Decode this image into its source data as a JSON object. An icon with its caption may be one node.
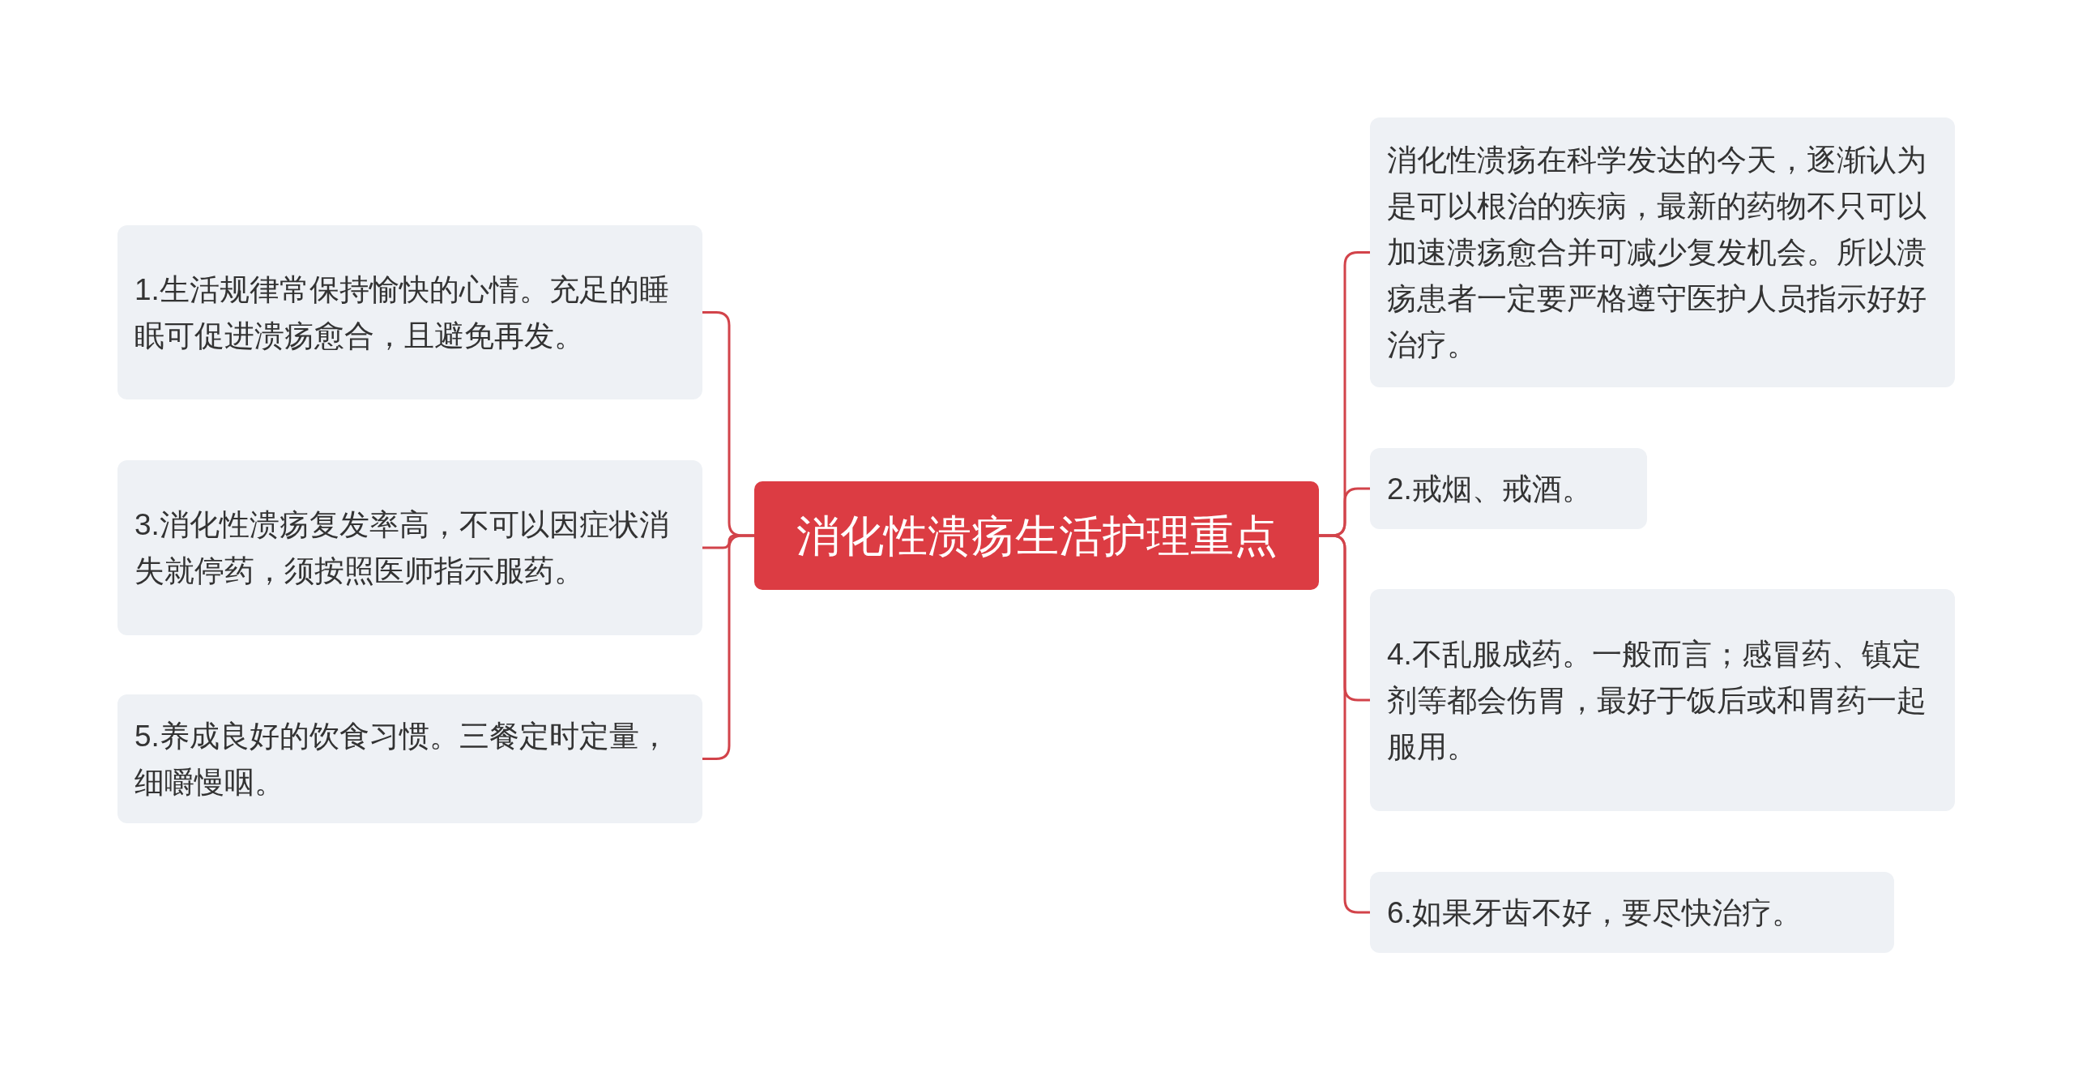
{
  "diagram": {
    "nodes": [
      {
        "text": [
          "消化性溃疡生活护理重点"
        ]
      },
      {
        "text": [
          "1.生活规律常保持愉快的心情。充足的睡眠可促进溃疡愈合，且避免再发。"
        ]
      },
      {
        "text": [
          "3.消化性溃疡复发率高，不可以因症状消失就停药，须按照医师指示服药。"
        ]
      },
      {
        "text": [
          "5.养成良好的饮食习惯。三餐定时定量，细嚼慢咽。"
        ]
      },
      {
        "text": [
          "消化性溃疡在科学发达的今天，逐渐认为是可以根治的疾病，最新的药物不只可以加速溃疡愈合并可减少复发机会。所以溃疡患者一定要严格遵守医护人员指示好好治疗。"
        ]
      },
      {
        "text": [
          "2.戒烟、戒酒。"
        ]
      },
      {
        "text": [
          "4.不乱服成药。一般而言；感冒药、镇定剂等都会伤胃，最好于饭后或和胃药一起服用。"
        ]
      },
      {
        "text": [
          "6.如果牙齿不好，要尽快治疗。"
        ]
      }
    ],
    "edges": [
      {
        "from": 0,
        "to": 1,
        "arrow": "none"
      },
      {
        "from": 0,
        "to": 2,
        "arrow": "none"
      },
      {
        "from": 0,
        "to": 3,
        "arrow": "none"
      },
      {
        "from": 0,
        "to": 4,
        "arrow": "none"
      },
      {
        "from": 0,
        "to": 5,
        "arrow": "none"
      },
      {
        "from": 0,
        "to": 6,
        "arrow": "none"
      },
      {
        "from": 0,
        "to": 7,
        "arrow": "none"
      }
    ]
  }
}
